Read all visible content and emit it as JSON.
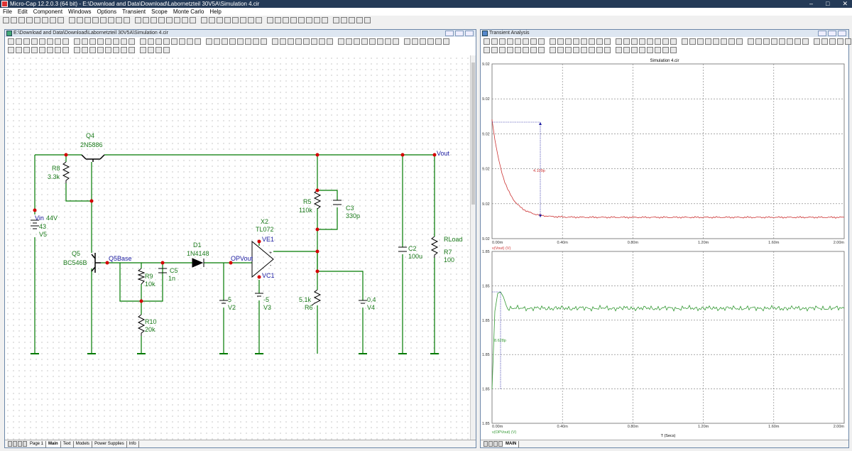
{
  "app": {
    "title": "Micro-Cap 12.2.0.3 (64 bit) - E:\\Download and Data\\Download\\Labornetzteil 30V5A\\Simulation 4.cir",
    "minimize": "–",
    "maximize": "□",
    "close": "✕"
  },
  "menu": [
    "File",
    "Edit",
    "Component",
    "Windows",
    "Options",
    "Transient",
    "Scope",
    "Monte Carlo",
    "Help"
  ],
  "schematic": {
    "title": "E:\\Download and Data\\Download\\Labornetzteil 30V5A\\Simulation 4.cir",
    "tabs": [
      "Page 1",
      "Main",
      "Text",
      "Models",
      "Power Supplies",
      "Info"
    ],
    "labels": {
      "q4": "Q4",
      "q4_model": "2N5886",
      "r8": "R8",
      "r8_val": "3.3k",
      "vin": "Vin",
      "vin_note": "44V",
      "v5_val": "43",
      "v5": "V5",
      "q5": "Q5",
      "q5_model": "BC546B",
      "q5base": "Q5Base",
      "r9": "R9",
      "r9_val": "10k",
      "c5": "C5",
      "c5_val": "1n",
      "r10": "R10",
      "r10_val": "20k",
      "d1": "D1",
      "d1_model": "1N4148",
      "opvout": "OPVout",
      "x2": "X2",
      "x2_model": "TL072",
      "ve1": "VE1",
      "vc1": "VC1",
      "plus": "+",
      "minus": "-",
      "v2_val": "5",
      "v2": "V2",
      "v3_val": "-5",
      "v3": "V3",
      "r5": "R5",
      "r5_val": "110k",
      "c3": "C3",
      "c3_val": "330p",
      "r6_val": "5.1k",
      "r6": "R6",
      "v4_val": "0.4",
      "v4": "V4",
      "c2": "C2",
      "c2_val": "100u",
      "rload": "RLoad",
      "r7": "R7",
      "r7_val": "100",
      "vout": "Vout"
    }
  },
  "analysis": {
    "title": "Transient Analysis",
    "tabs": [
      "MAIN"
    ],
    "plot_title": "Simulation 4.cir",
    "top": {
      "series": "v(Vout) (V)",
      "color": "#cc3333",
      "yticks": [
        "9.02",
        "9.02",
        "9.02",
        "9.02",
        "9.02",
        "9.02"
      ],
      "annotation": "4.109p"
    },
    "bottom": {
      "series": "v(OPVout) (V)",
      "color": "#339933",
      "yticks": [
        "1.85",
        "1.85",
        "1.85",
        "1.85",
        "1.85",
        "1.85"
      ],
      "annotation": "8.628p"
    },
    "xticks": [
      "0.00m",
      "0.40m",
      "0.80m",
      "1.20m",
      "1.60m",
      "2.00m"
    ],
    "xlabel": "T (Secs)"
  }
}
